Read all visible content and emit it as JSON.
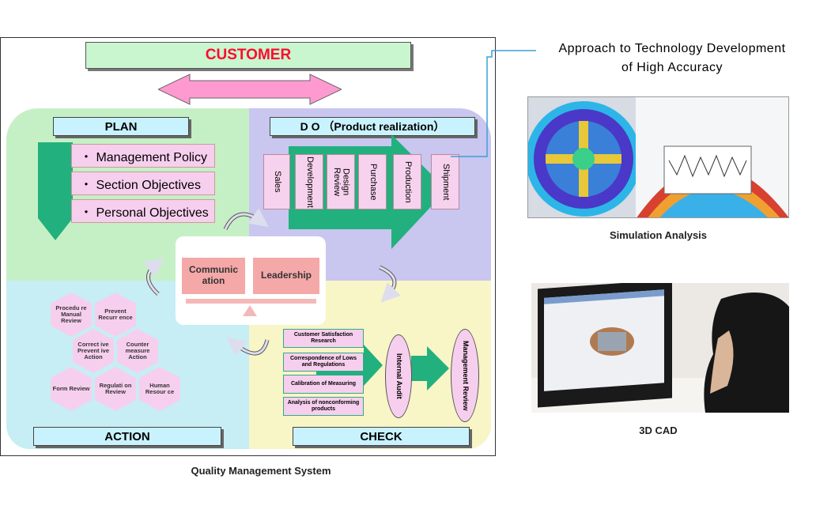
{
  "customer": "CUSTOMER",
  "plan": {
    "label": "PLAN",
    "items": [
      "・ Management Policy",
      "・ Section Objectives",
      "・ Personal Objectives"
    ]
  },
  "do": {
    "label": "D O （Product realization）",
    "steps": [
      "Sales",
      "Development",
      "Design Review",
      "Purchase",
      "Production",
      "Shipment"
    ]
  },
  "center": {
    "communication": "Communic ation",
    "leadership": "Leadership"
  },
  "action": {
    "label": "ACTION",
    "hexes": [
      "Procedu re Manual Review",
      "Prevent Recurr ence",
      "Correct ive Prevent ive Action",
      "Counter measure Action",
      "Form Review",
      "Regulati on Review",
      "Human Resour ce"
    ]
  },
  "check": {
    "label": "CHECK",
    "items": [
      "Customer Satisfaction Research",
      "Correspondence of Lows and Regulations",
      "Calibration of Measuring",
      "Analysis of nonconforming products"
    ],
    "audit": "Internal Audit",
    "review": "Management Review"
  },
  "captions": {
    "qms": "Quality Management System",
    "title_line1": "Approach to Technology Development",
    "title_line2": "of  High Accuracy",
    "simulation": "Simulation Analysis",
    "cad": "3D CAD"
  }
}
